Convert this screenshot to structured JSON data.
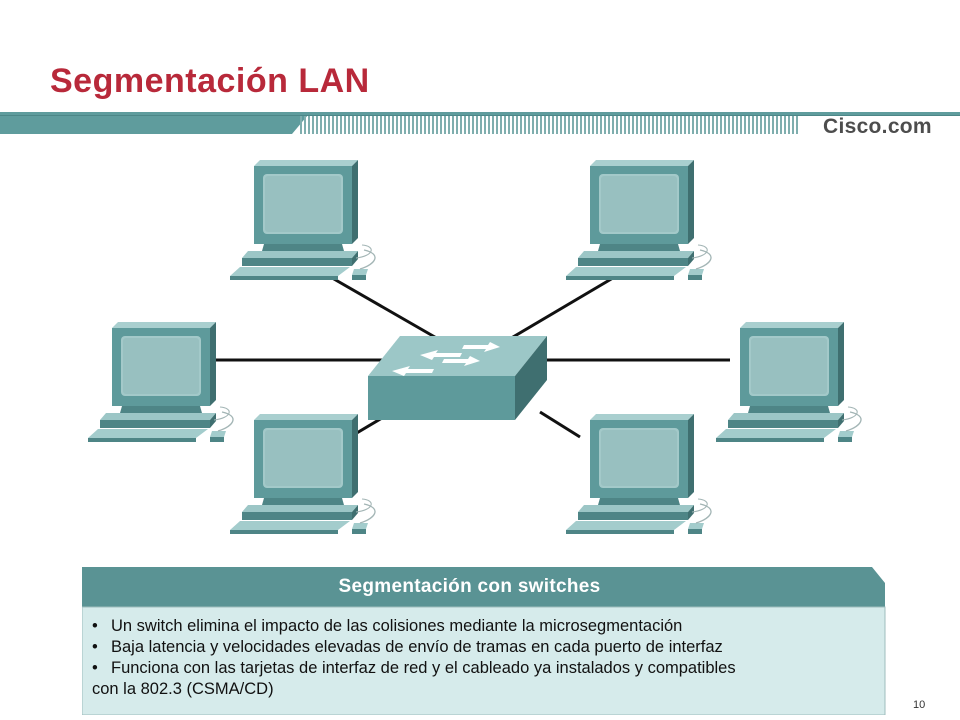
{
  "slide": {
    "title": "Segmentación LAN",
    "brand": "Cisco.com",
    "page_number": "10"
  },
  "diagram": {
    "center_device": "switch",
    "device_icons": [
      "computer-icon",
      "computer-icon",
      "computer-icon",
      "computer-icon",
      "computer-icon",
      "computer-icon"
    ],
    "link_color": "#111111",
    "device_color": "#5f9b9c"
  },
  "panel": {
    "title": "Segmentación con switches",
    "bullet": "•",
    "items": [
      "Un switch elimina el impacto de las colisiones mediante la microsegmentación",
      "Baja latencia y velocidades elevadas de envío de tramas en cada puerto de interfaz",
      "Funciona con las tarjetas de interfaz de red y el cableado ya instalados y compatibles"
    ],
    "continuation": "con la 802.3 (CSMA/CD)",
    "header_color": "#5a9394",
    "body_color": "#d6ebeb"
  },
  "colors": {
    "title": "#b8293a",
    "bar": "#5f9c9d"
  }
}
